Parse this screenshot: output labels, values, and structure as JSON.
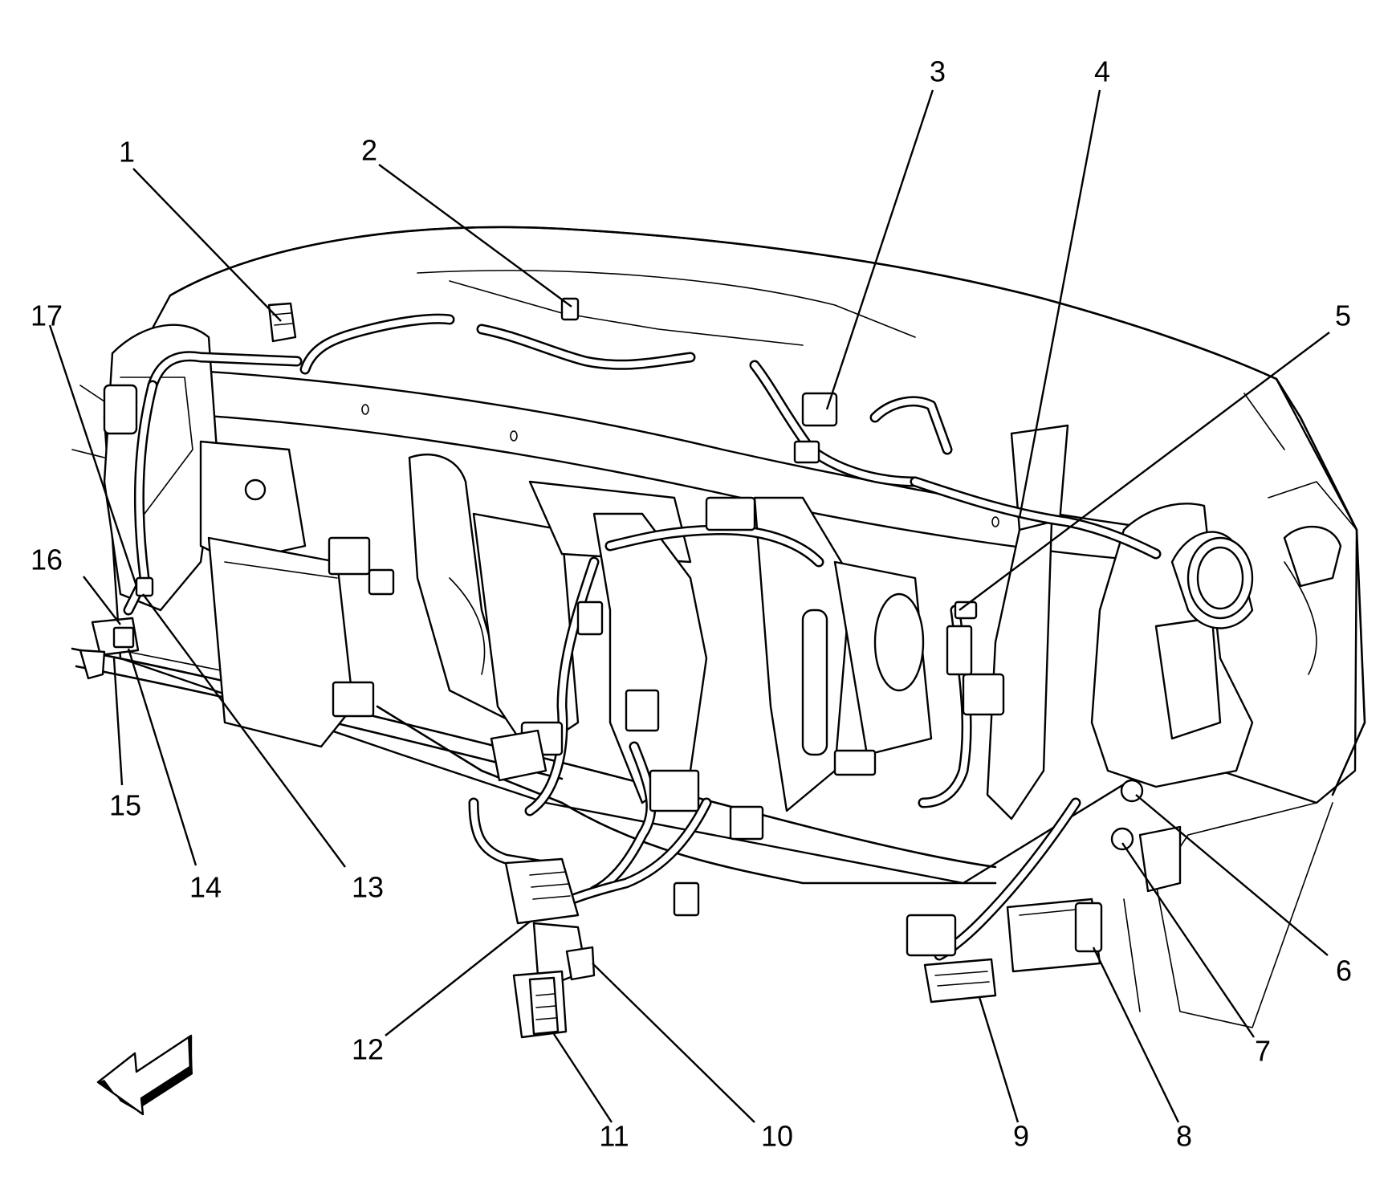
{
  "callouts": [
    {
      "number": "1"
    },
    {
      "number": "2"
    },
    {
      "number": "3"
    },
    {
      "number": "4"
    },
    {
      "number": "5"
    },
    {
      "number": "6"
    },
    {
      "number": "7"
    },
    {
      "number": "8"
    },
    {
      "number": "9"
    },
    {
      "number": "10"
    },
    {
      "number": "11"
    },
    {
      "number": "12"
    },
    {
      "number": "13"
    },
    {
      "number": "14"
    },
    {
      "number": "15"
    },
    {
      "number": "16"
    },
    {
      "number": "17"
    }
  ],
  "icons": {
    "front_direction": "direction-arrow-icon"
  }
}
